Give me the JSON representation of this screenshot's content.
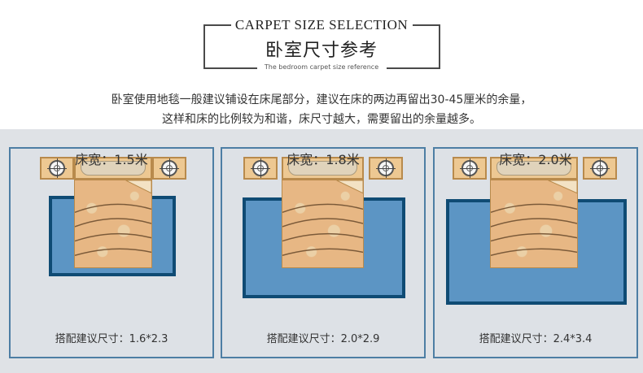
{
  "header": {
    "title_en": "CARPET SIZE SELECTION",
    "title_cn": "卧室尺寸参考",
    "subtitle": "The bedroom carpet size reference",
    "desc_line1": "卧室使用地毯一般建议铺设在床尾部分，建议在床的两边再留出30-45厘米的余量，",
    "desc_line2": "这样和床的比例较为和谐，床尺寸越大，需要留出的余量越多。"
  },
  "panels": [
    {
      "bed_width": "床宽：1.5米",
      "carpet_size": "搭配建议尺寸：1.6*2.3"
    },
    {
      "bed_width": "床宽：1.8米",
      "carpet_size": "搭配建议尺寸：2.0*2.9"
    },
    {
      "bed_width": "床宽：2.0米",
      "carpet_size": "搭配建议尺寸：2.4*3.4"
    }
  ],
  "colors": {
    "rug_fill": "#5c95c4",
    "rug_border": "#0f4b74",
    "panel_border": "#4d7ea4",
    "background_band": "#dfe2e6",
    "bed": "#e7b784"
  },
  "icons": [
    "lamp-icon"
  ]
}
